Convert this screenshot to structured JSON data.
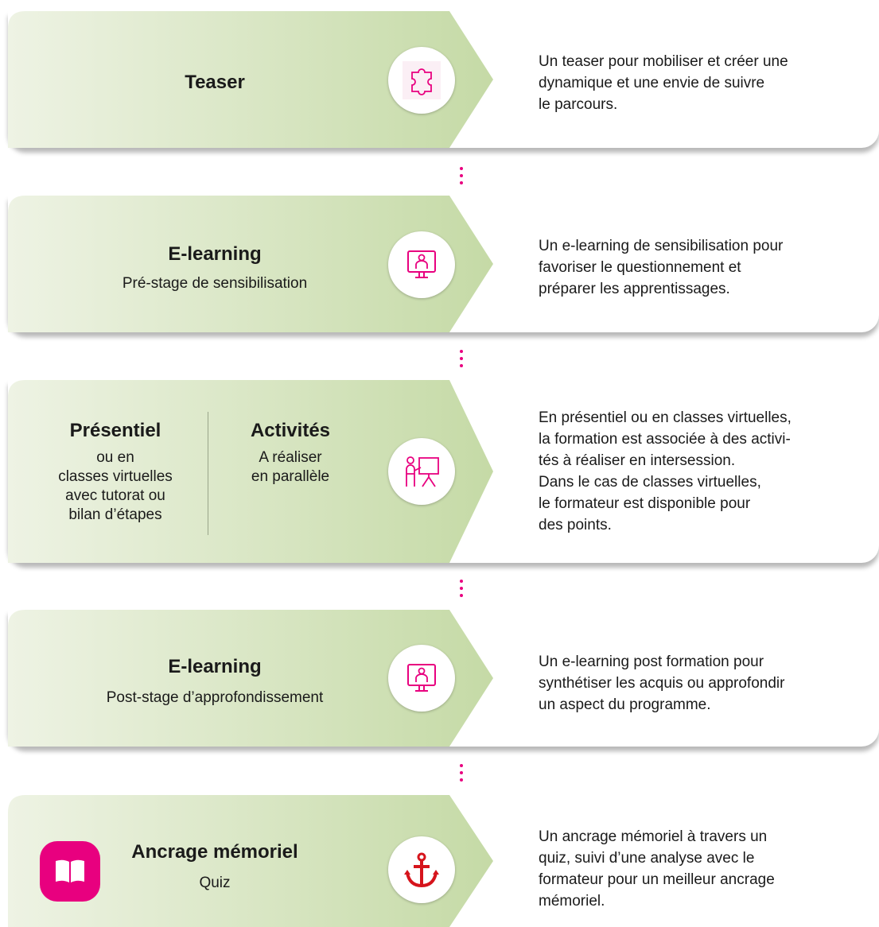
{
  "steps": [
    {
      "title": "Teaser",
      "subtitle": "",
      "icon": "puzzle-icon",
      "description": "Un teaser pour mobiliser et créer une\ndynamique et une envie de suivre\nle parcours."
    },
    {
      "title": "E-learning",
      "subtitle": "Pré-stage de sensibilisation",
      "icon": "computer-user-icon",
      "description": "Un e-learning de sensibilisation pour\nfavoriser le questionnement et\npréparer les apprentissages."
    },
    {
      "left_title": "Présentiel",
      "left_text": "ou en\nclasses virtuelles\navec tutorat ou\nbilan d’étapes",
      "right_title": "Activités",
      "right_text": "A réaliser\nen parallèle",
      "icon": "presenter-board-icon",
      "description": "En présentiel ou en classes virtuelles,\nla formation est associée à des activi-\ntés à réaliser en intersession.\nDans le cas de classes virtuelles,\nle formateur est disponible pour\ndes points."
    },
    {
      "title": "E-learning",
      "subtitle": "Post-stage d’approfondissement",
      "icon": "computer-user-icon",
      "description": "Un e-learning post formation pour\nsynthétiser les acquis ou approfondir\nun aspect du programme."
    },
    {
      "title": "Ancrage mémoriel",
      "subtitle": "Quiz",
      "icon": "anchor-icon",
      "badge_icon": "book-icon",
      "description": "Un ancrage mémoriel à travers un\nquiz, suivi d’une analyse avec le\nformateur pour un meilleur ancrage\nmémoriel."
    }
  ],
  "colors": {
    "accent": "#e8007f",
    "anchor": "#d6141c",
    "green_light": "#eef3e4",
    "green_dark": "#c6dba8"
  }
}
